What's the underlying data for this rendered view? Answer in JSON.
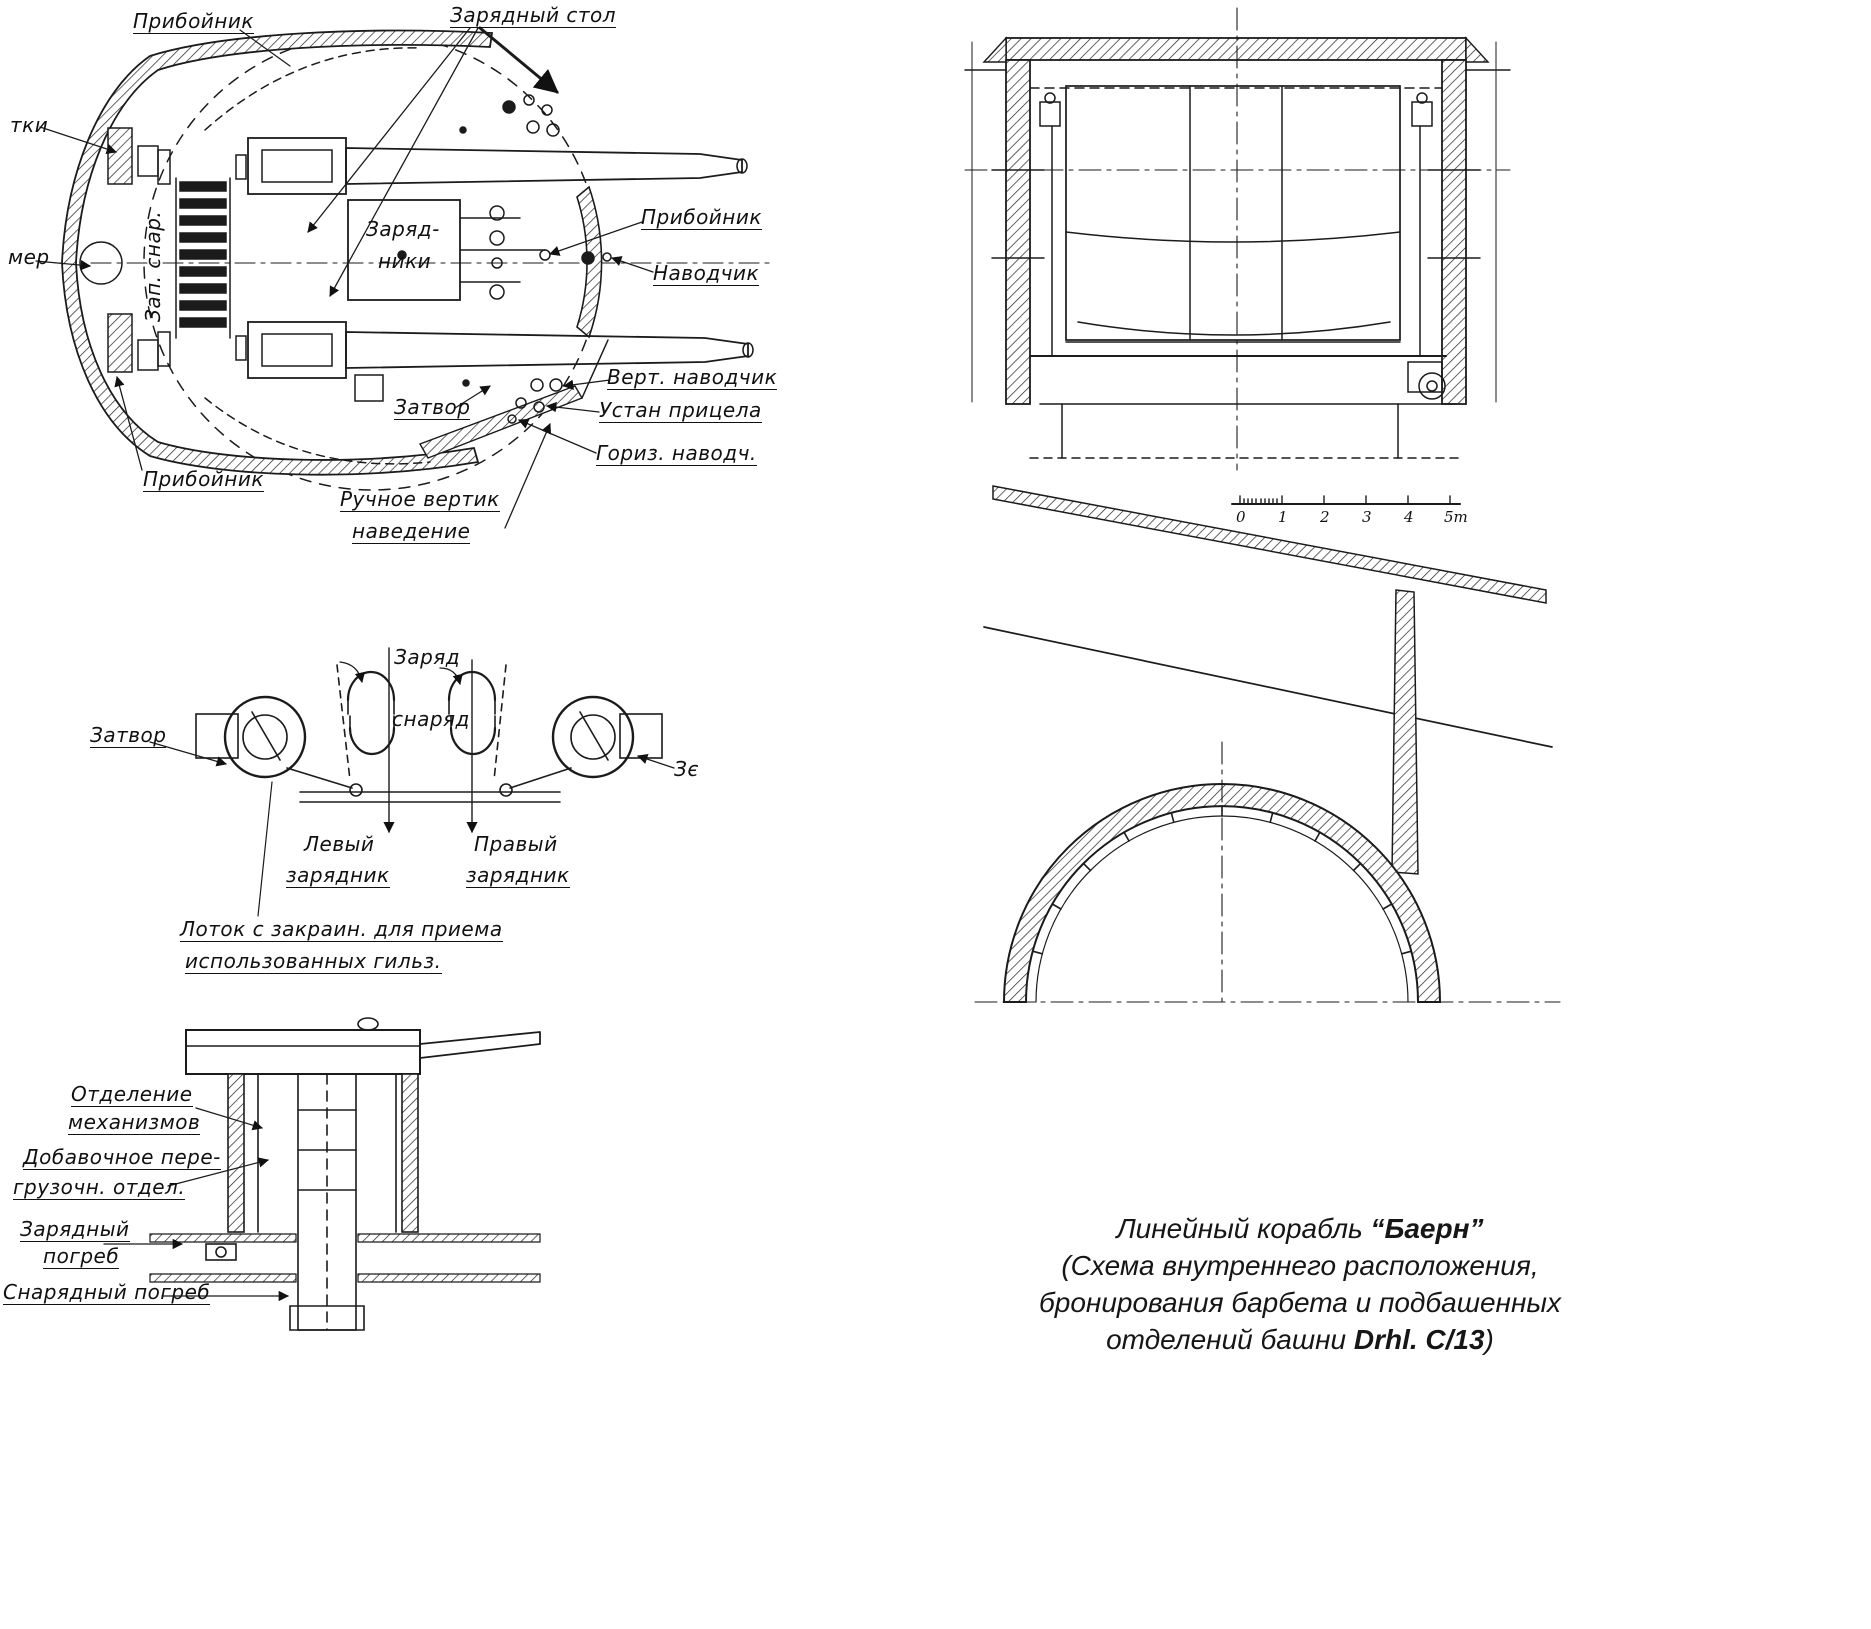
{
  "plan_view": {
    "rammer_top": "Прибойник",
    "loading_table": "Зарядный стол",
    "edge_tki": "тки",
    "edge_mer": "мер",
    "spare_shells": "Зап. снар.",
    "loaders_line1": "Заряд-",
    "loaders_line2": "ники",
    "rammer_right": "Прибойник",
    "gunner": "Наводчик",
    "vert_gunner": "Верт. наводчик",
    "breech": "Затвор",
    "sight_setter": "Устан прицела",
    "horiz_gunner": "Гориз. наводч.",
    "rammer_bottom": "Прибойник",
    "manual_elev_line1": "Ручное вертик",
    "manual_elev_line2": "наведение"
  },
  "loader_view": {
    "charge": "Заряд",
    "shell": "снаряд",
    "breech_left": "Затвор",
    "breech_right": "Зє",
    "left_loader_line1": "Левый",
    "left_loader_line2": "зарядник",
    "right_loader_line1": "Правый",
    "right_loader_line2": "зарядник",
    "tray_note_line1": "Лоток с закраин. для приема",
    "tray_note_line2": "использованных гильз."
  },
  "section_view": {
    "machinery_line1": "Отделение",
    "machinery_line2": "механизмов",
    "extra_handling_line1": "Добавочное пере-",
    "extra_handling_line2": "грузочн. отдел.",
    "charge_magazine_line1": "Зарядный",
    "charge_magazine_line2": "погреб",
    "shell_magazine": "Снарядный погреб"
  },
  "scale_bar": {
    "ticks": [
      "0",
      "1",
      "2",
      "3",
      "4",
      "5m"
    ]
  },
  "caption": {
    "line1_prefix": "Линейный корабль ",
    "line1_bold": "“Баерн”",
    "line2": "(Схема внутреннего расположения,",
    "line3": "бронирования барбета и подбашенных",
    "line4_prefix": "отделений башни ",
    "line4_bold": "Drhl. C/13",
    "line4_suffix": ")"
  }
}
